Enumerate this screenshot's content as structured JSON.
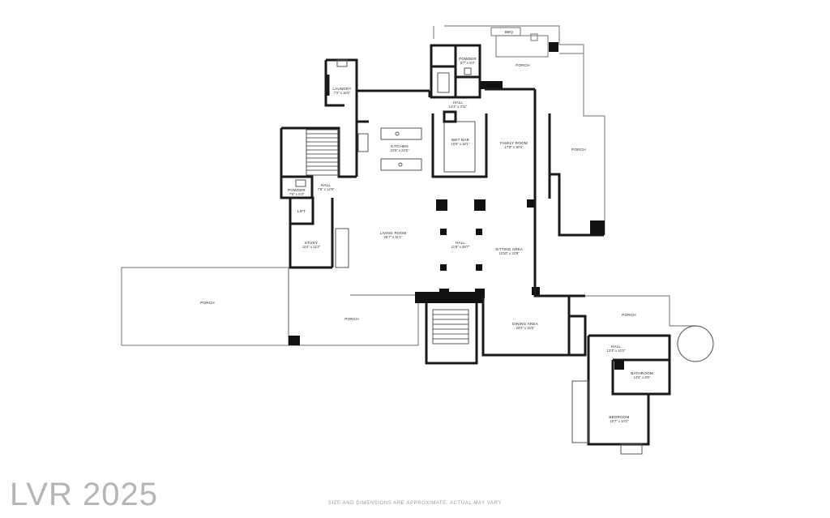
{
  "watermark": "LVR 2025",
  "disclaimer": "SIZE AND DIMENSIONS ARE APPROXIMATE. ACTUAL MAY VARY",
  "bbq_label": "BBQ",
  "rooms": {
    "porch_top": {
      "name": "PORCH",
      "dim": ""
    },
    "powder_top": {
      "name": "POWDER",
      "dim": "5'7\" x 6'3\""
    },
    "laundry": {
      "name": "LAUNDRY",
      "dim": "7'3\" x 16'5\""
    },
    "hall_top": {
      "name": "HALL",
      "dim": "13'3\" x 3'11\""
    },
    "kitchen": {
      "name": "KITCHEN",
      "dim": "22'5\" x 23'5\""
    },
    "wet_bar": {
      "name": "WET BAR",
      "dim": "10'6\" x 16'1\""
    },
    "family_room": {
      "name": "FAMILY ROOM",
      "dim": "17'9\" x 30'3\""
    },
    "porch_right": {
      "name": "PORCH",
      "dim": ""
    },
    "powder_left": {
      "name": "POWDER",
      "dim": "7'8\" x 5'3\""
    },
    "hall_left": {
      "name": "HALL",
      "dim": "7'8\" x 14'9\""
    },
    "lift": {
      "name": "LIFT",
      "dim": ""
    },
    "study": {
      "name": "STUDY",
      "dim": "11'4\" x 11'2\""
    },
    "living_room": {
      "name": "LIVING ROOM",
      "dim": "25'7\" x 31'1\""
    },
    "hall_center": {
      "name": "HALL",
      "dim": "11'8\" x 38'7\""
    },
    "sitting_area": {
      "name": "SITTING AREA",
      "dim": "13'10\" x 22'8\""
    },
    "porch_left": {
      "name": "PORCH",
      "dim": ""
    },
    "porch_front": {
      "name": "PORCH",
      "dim": ""
    },
    "dining_area": {
      "name": "DINING AREA",
      "dim": "23'0\" x 15'5\""
    },
    "porch_east": {
      "name": "PORCH",
      "dim": ""
    },
    "hall_east": {
      "name": "HALL",
      "dim": "13'3\" x 10'3\""
    },
    "bathroom": {
      "name": "BATHROOM",
      "dim": "14'5\" x 8'5\""
    },
    "bedroom": {
      "name": "BEDROOM",
      "dim": "15'7\" x 14'2\""
    }
  }
}
